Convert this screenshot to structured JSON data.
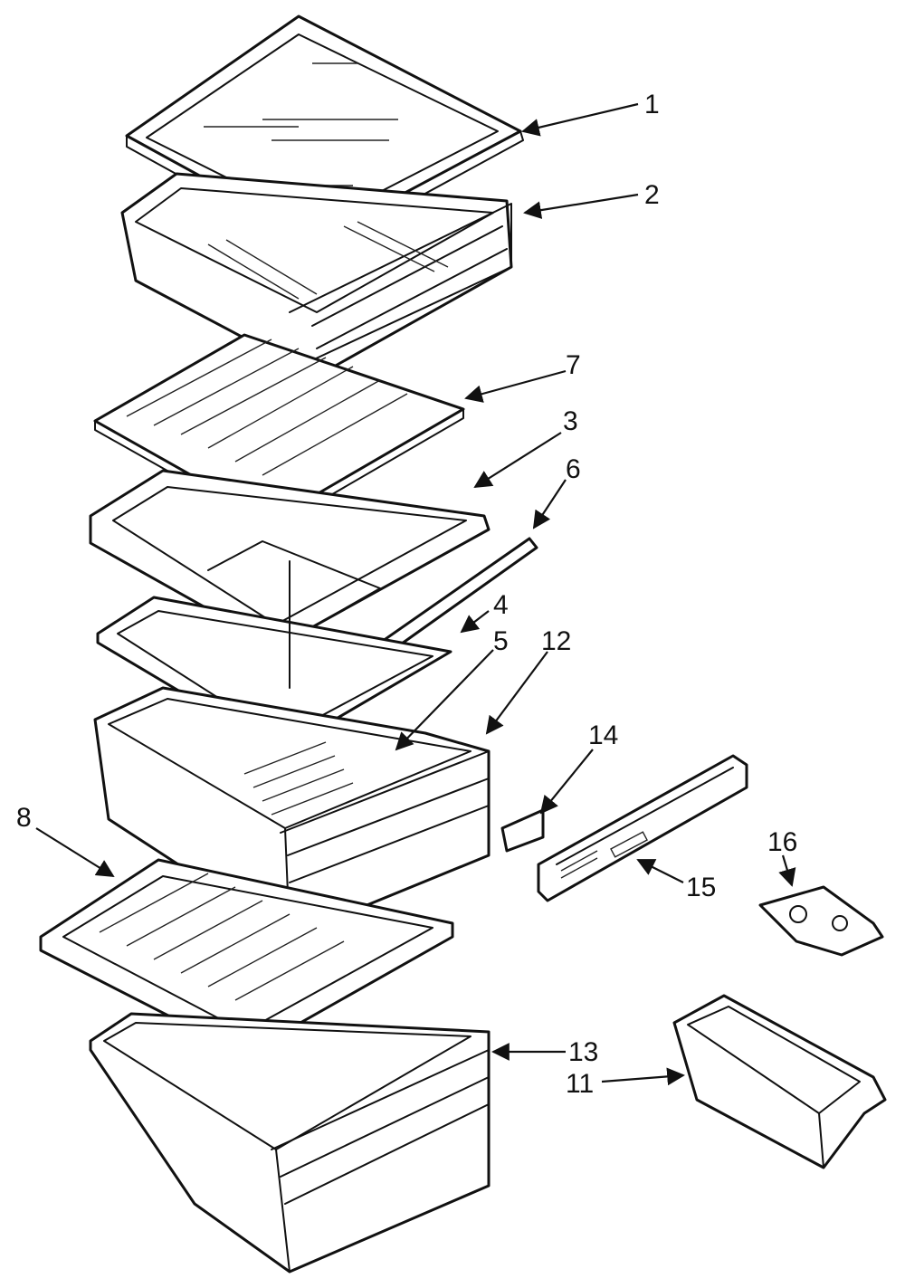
{
  "diagram": {
    "callouts": [
      {
        "id": "1",
        "label": "1"
      },
      {
        "id": "2",
        "label": "2"
      },
      {
        "id": "3",
        "label": "3"
      },
      {
        "id": "4",
        "label": "4"
      },
      {
        "id": "5",
        "label": "5"
      },
      {
        "id": "6",
        "label": "6"
      },
      {
        "id": "7",
        "label": "7"
      },
      {
        "id": "8",
        "label": "8"
      },
      {
        "id": "11",
        "label": "11"
      },
      {
        "id": "12",
        "label": "12"
      },
      {
        "id": "13",
        "label": "13"
      },
      {
        "id": "14",
        "label": "14"
      },
      {
        "id": "15",
        "label": "15"
      },
      {
        "id": "16",
        "label": "16"
      }
    ]
  },
  "colors": {
    "ink": "#111111",
    "paper": "#ffffff"
  }
}
